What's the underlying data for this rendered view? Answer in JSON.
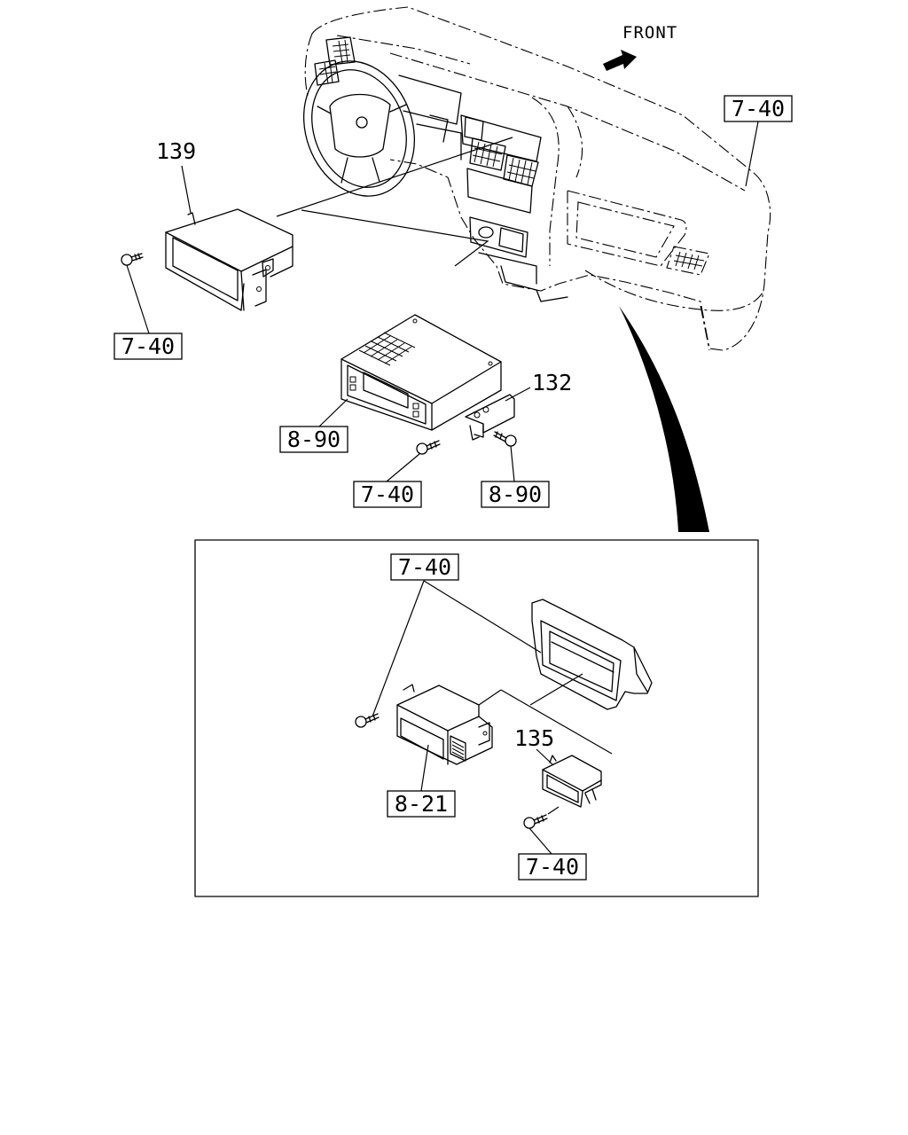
{
  "orientation_label": "FRONT",
  "part_numbers": {
    "p139": "139",
    "p132": "132",
    "p135": "135"
  },
  "reference_labels": {
    "dash_ref": "7-40",
    "pocket_screw_ref": "7-40",
    "radio_ref": "8-90",
    "screw_left_ref": "7-40",
    "screw_right_ref": "8-90",
    "detail_panel_ref": "7-40",
    "detail_unit_ref": "8-21",
    "detail_screw_ref": "7-40"
  }
}
